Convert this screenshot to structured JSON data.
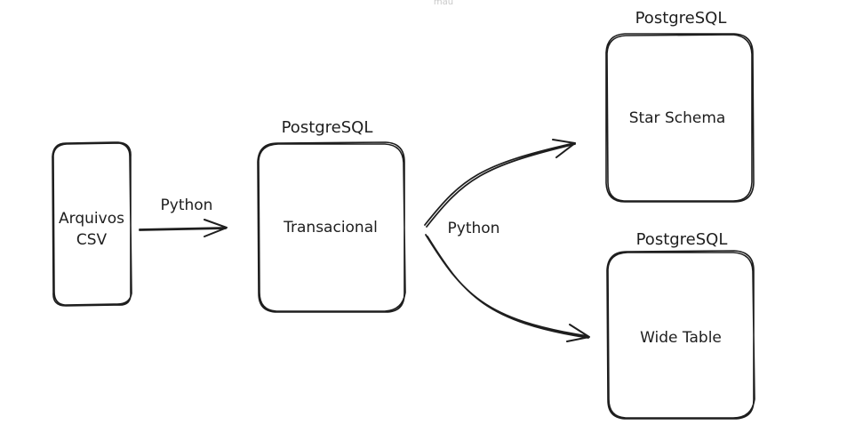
{
  "faint_text": "mau",
  "nodes": {
    "csv": {
      "label_line1": "Arquivos",
      "label_line2": "CSV"
    },
    "transacional": {
      "label": "Transacional",
      "db": "PostgreSQL"
    },
    "star": {
      "label": "Star Schema",
      "db": "PostgreSQL"
    },
    "wide": {
      "label": "Wide Table",
      "db": "PostgreSQL"
    }
  },
  "edges": {
    "csv_to_trans": {
      "label": "Python"
    },
    "trans_to_targets": {
      "label": "Python"
    }
  },
  "colors": {
    "stroke": "#1e1e1e",
    "background": "#ffffff"
  }
}
